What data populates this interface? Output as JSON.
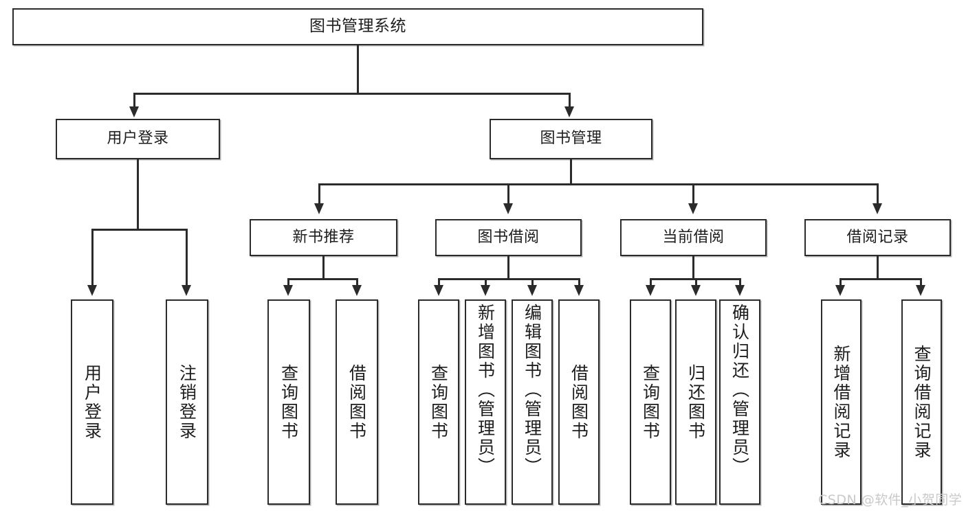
{
  "diagram": {
    "title": "图书管理系统",
    "type": "tree",
    "root": {
      "label": "图书管理系统",
      "children": [
        {
          "label": "用户登录",
          "children": [
            {
              "label": "用户登录"
            },
            {
              "label": "注销登录"
            }
          ]
        },
        {
          "label": "图书管理",
          "children": [
            {
              "label": "新书推荐",
              "children": [
                {
                  "label": "查询图书"
                },
                {
                  "label": "借阅图书"
                }
              ]
            },
            {
              "label": "图书借阅",
              "children": [
                {
                  "label": "查询图书"
                },
                {
                  "label": "新增图书（管理员）"
                },
                {
                  "label": "编辑图书（管理员）"
                },
                {
                  "label": "借阅图书"
                }
              ]
            },
            {
              "label": "当前借阅",
              "children": [
                {
                  "label": "查询图书"
                },
                {
                  "label": "归还图书"
                },
                {
                  "label": "确认归还（管理员）"
                }
              ]
            },
            {
              "label": "借阅记录",
              "children": [
                {
                  "label": "新增借阅记录"
                },
                {
                  "label": "查询借阅记录"
                }
              ]
            }
          ]
        }
      ]
    }
  },
  "watermark": {
    "text": "CSDN @软件_小贺同学"
  },
  "colors": {
    "box_border": "#2b2b2b",
    "box_fill": "#ffffff",
    "text": "#1d1d1d",
    "connector": "#2b2b2b",
    "watermark": "#c9c9c9",
    "page_background": "#ffffff"
  }
}
